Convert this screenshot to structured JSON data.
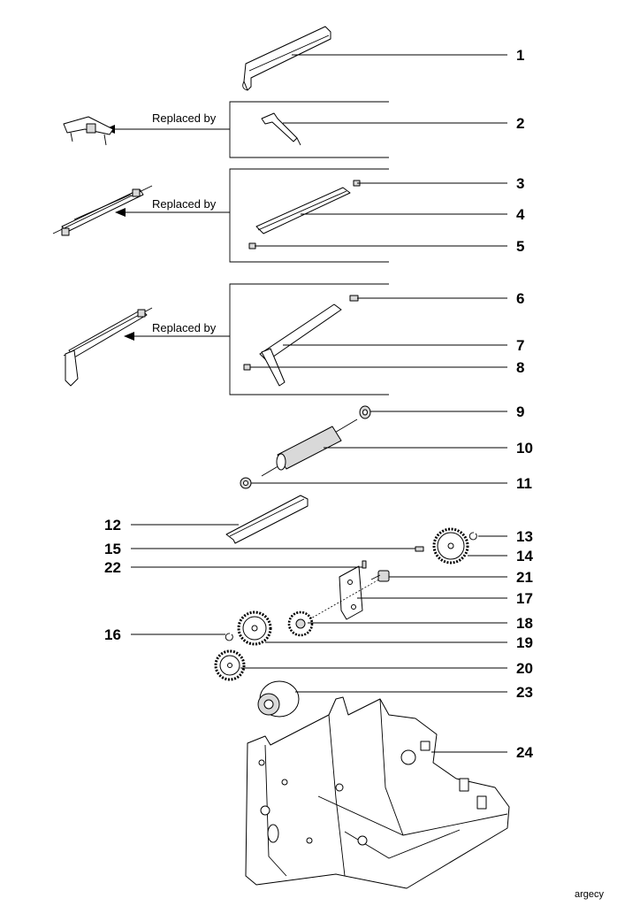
{
  "callouts": [
    "1",
    "2",
    "3",
    "4",
    "5",
    "6",
    "7",
    "8",
    "9",
    "10",
    "11",
    "12",
    "13",
    "14",
    "15",
    "16",
    "17",
    "18",
    "19",
    "20",
    "21",
    "22",
    "23",
    "24"
  ],
  "replaced_by": "Replaced by",
  "watermark": "argecy"
}
